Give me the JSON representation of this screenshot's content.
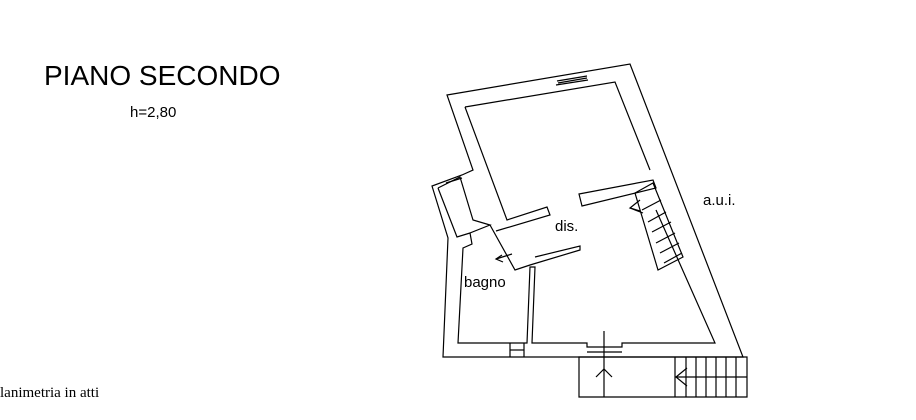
{
  "title": "PIANO SECONDO",
  "height_label": "h=2,80",
  "footer": "lanimetria in atti",
  "rooms": {
    "dis": "dis.",
    "bagno": "bagno",
    "aui": "a.u.i."
  }
}
